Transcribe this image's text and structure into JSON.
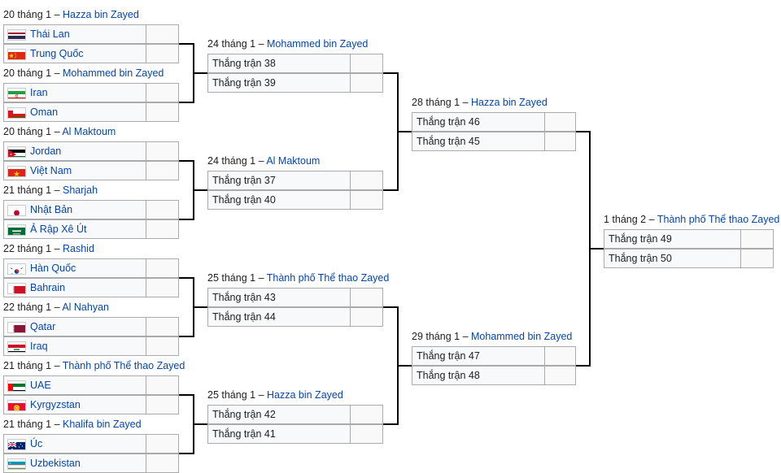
{
  "r16": [
    {
      "date": "20 tháng 1",
      "venue": "Hazza bin Zayed",
      "teams": [
        {
          "name": "Thái Lan",
          "flag": "thailand-flag"
        },
        {
          "name": "Trung Quốc",
          "flag": "china-flag"
        }
      ]
    },
    {
      "date": "20 tháng 1",
      "venue": "Mohammed bin Zayed",
      "teams": [
        {
          "name": "Iran",
          "flag": "iran-flag"
        },
        {
          "name": "Oman",
          "flag": "oman-flag"
        }
      ]
    },
    {
      "date": "20 tháng 1",
      "venue": "Al Maktoum",
      "teams": [
        {
          "name": "Jordan",
          "flag": "jordan-flag"
        },
        {
          "name": "Việt Nam",
          "flag": "vietnam-flag"
        }
      ]
    },
    {
      "date": "21 tháng 1",
      "venue": "Sharjah",
      "teams": [
        {
          "name": "Nhật Bản",
          "flag": "japan-flag"
        },
        {
          "name": "Ả Rập Xê Út",
          "flag": "saudi-arabia-flag"
        }
      ]
    },
    {
      "date": "22 tháng 1",
      "venue": "Rashid",
      "teams": [
        {
          "name": "Hàn Quốc",
          "flag": "south-korea-flag"
        },
        {
          "name": "Bahrain",
          "flag": "bahrain-flag"
        }
      ]
    },
    {
      "date": "22 tháng 1",
      "venue": "Al Nahyan",
      "teams": [
        {
          "name": "Qatar",
          "flag": "qatar-flag"
        },
        {
          "name": "Iraq",
          "flag": "iraq-flag"
        }
      ]
    },
    {
      "date": "21 tháng 1",
      "venue": "Thành phố Thể thao Zayed",
      "teams": [
        {
          "name": "UAE",
          "flag": "uae-flag"
        },
        {
          "name": "Kyrgyzstan",
          "flag": "kyrgyzstan-flag"
        }
      ]
    },
    {
      "date": "21 tháng 1",
      "venue": "Khalifa bin Zayed",
      "teams": [
        {
          "name": "Úc",
          "flag": "australia-flag"
        },
        {
          "name": "Uzbekistan",
          "flag": "uzbekistan-flag"
        }
      ]
    }
  ],
  "qf": [
    {
      "date": "24 tháng 1",
      "venue": "Mohammed bin Zayed",
      "teams": [
        "Thắng trận 38",
        "Thắng trận 39"
      ]
    },
    {
      "date": "24 tháng 1",
      "venue": "Al Maktoum",
      "teams": [
        "Thắng trận 37",
        "Thắng trận 40"
      ]
    },
    {
      "date": "25 tháng 1",
      "venue": "Thành phố Thể thao Zayed",
      "teams": [
        "Thắng trận 43",
        "Thắng trận 44"
      ]
    },
    {
      "date": "25 tháng 1",
      "venue": "Hazza bin Zayed",
      "teams": [
        "Thắng trận 42",
        "Thắng trận 41"
      ]
    }
  ],
  "sf": [
    {
      "date": "28 tháng 1",
      "venue": "Hazza bin Zayed",
      "teams": [
        "Thắng trận 46",
        "Thắng trận 45"
      ]
    },
    {
      "date": "29 tháng 1",
      "venue": "Mohammed bin Zayed",
      "teams": [
        "Thắng trận 47",
        "Thắng trận 48"
      ]
    }
  ],
  "final": {
    "date": "1 tháng 2",
    "venue": "Thành phố Thể thao Zayed",
    "teams": [
      "Thắng trận 49",
      "Thắng trận 50"
    ]
  },
  "separator": " – ",
  "colors": {
    "link": "#0645ad",
    "cell_bg": "#f8f9fa",
    "border": "#aaaaaa",
    "line": "#000000"
  }
}
